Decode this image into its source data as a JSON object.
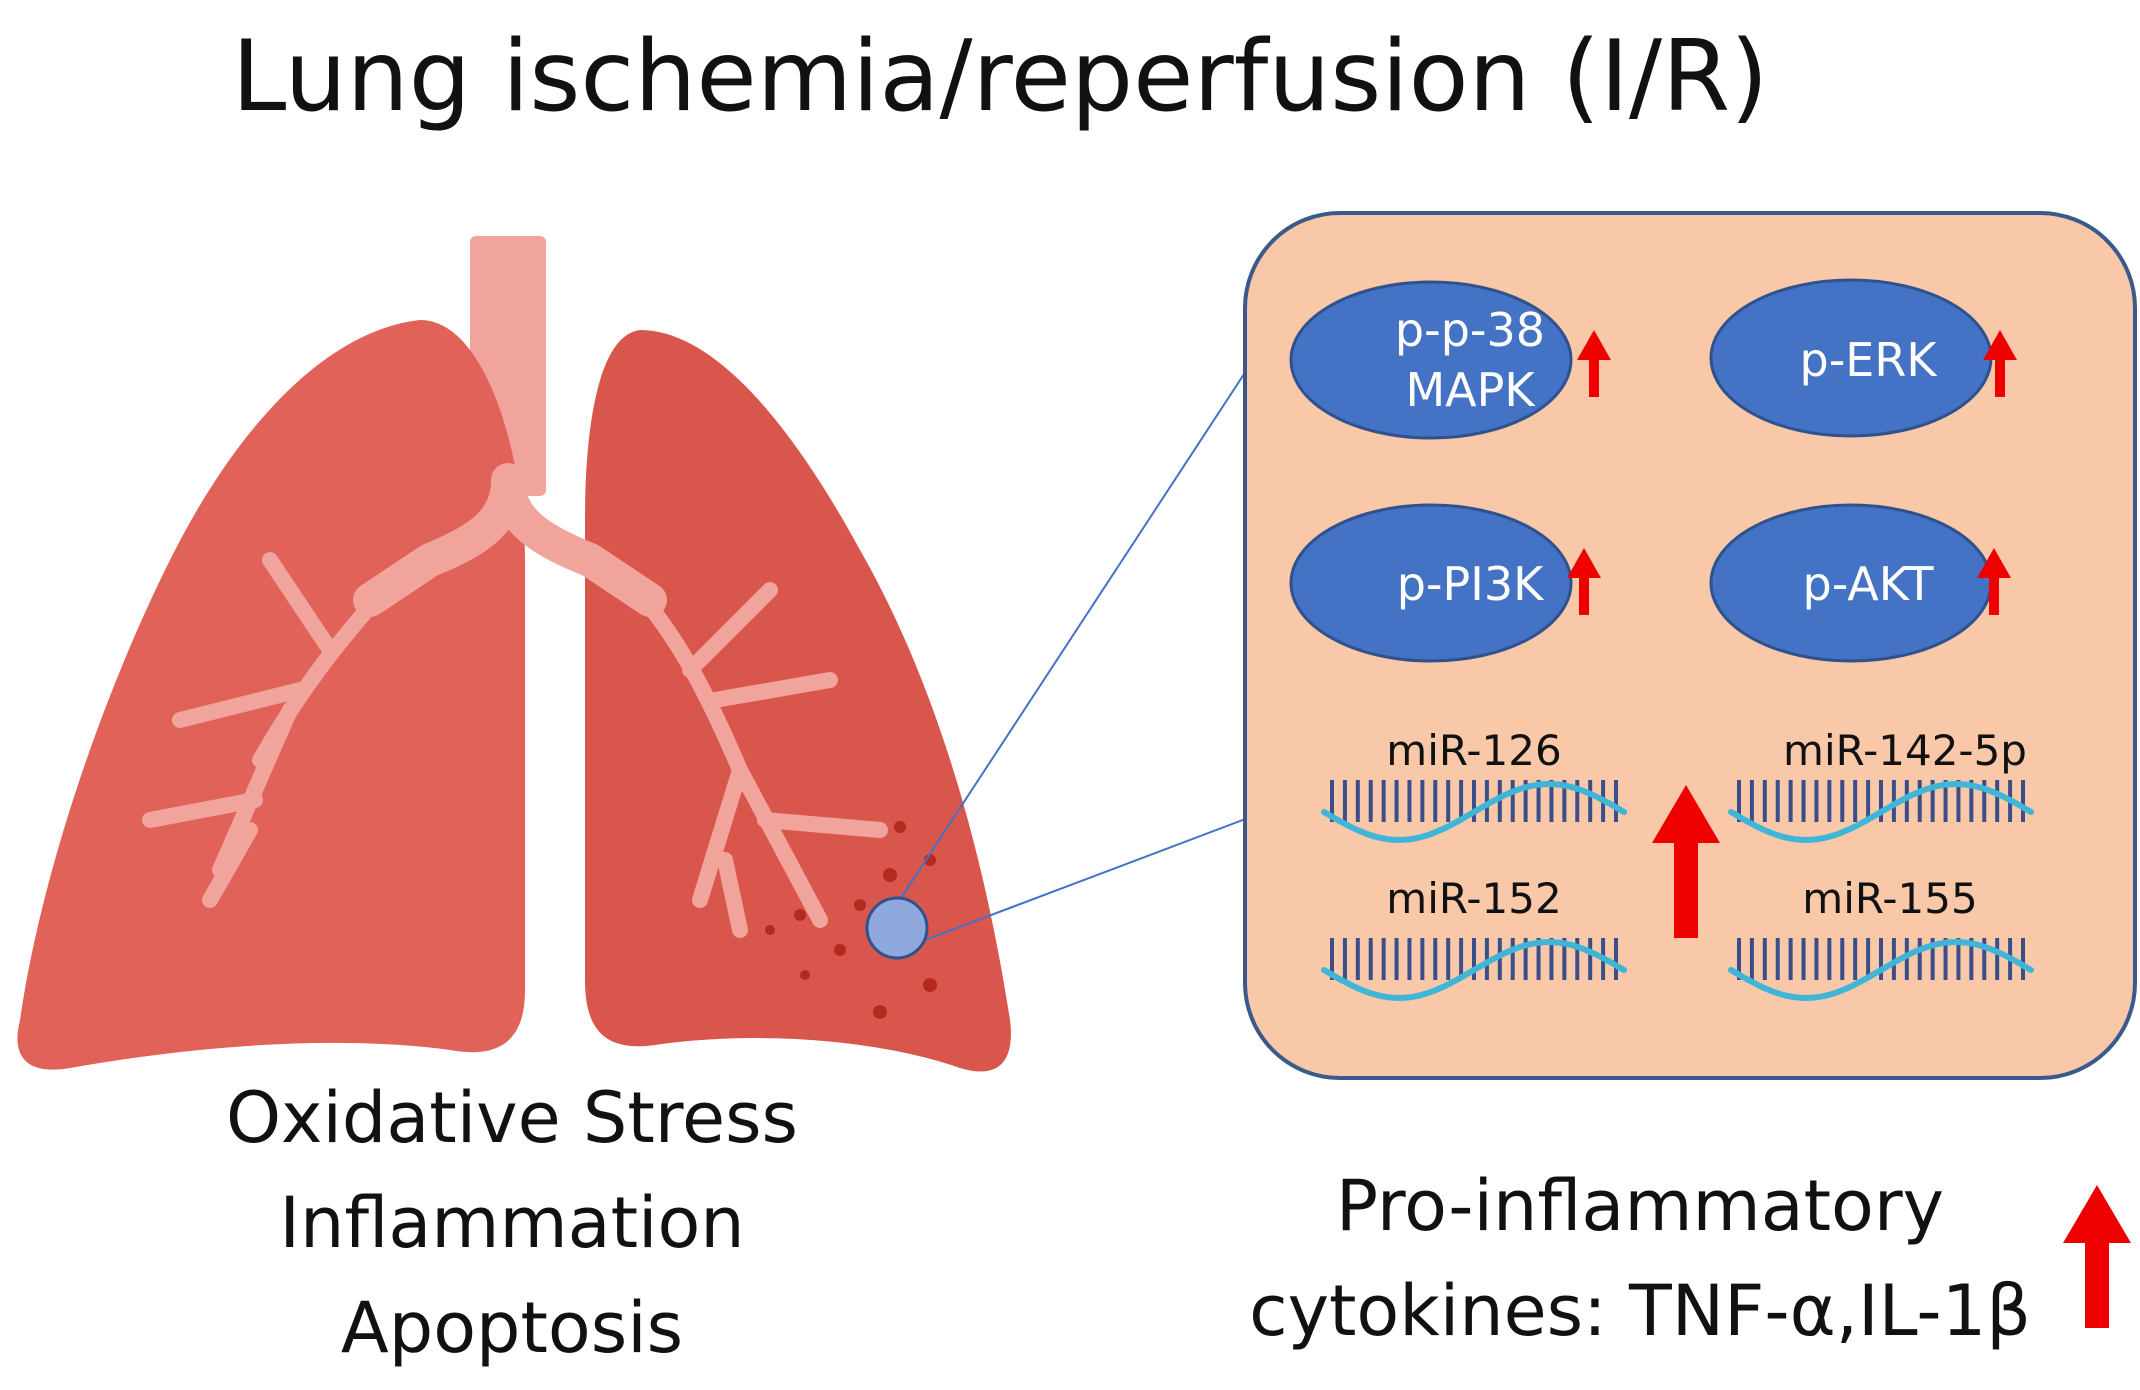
{
  "title": "Lung ischemia/reperfusion (I/R)",
  "lung_effects": [
    "Oxidative Stress",
    "Inflammation",
    "Apoptosis"
  ],
  "pathway_proteins": [
    {
      "lines": [
        "p-p-38",
        "MAPK"
      ],
      "trend": "up"
    },
    {
      "lines": [
        "p-ERK"
      ],
      "trend": "up"
    },
    {
      "lines": [
        "p-PI3K"
      ],
      "trend": "up"
    },
    {
      "lines": [
        "p-AKT"
      ],
      "trend": "up"
    }
  ],
  "micro_rnas": [
    "miR-126",
    "miR-142-5p",
    "miR-152",
    "miR-155"
  ],
  "micro_rnas_trend": "up",
  "cytokines": {
    "line1": "Pro-inflammatory",
    "line2": "cytokines: TNF-α,IL-1β",
    "trend": "up"
  },
  "colors": {
    "lung": "#e06258",
    "lung_right": "#d9564d",
    "trachea": "#f1a49c",
    "inset_fill": "#f8c8a8",
    "inset_border": "#3a5a8c",
    "oval": "#4472c4",
    "oval_border": "#2f528f",
    "arrow": "#ee0000",
    "dna_helix": "#3fb6d8",
    "dna_rungs": "#3a4f8a",
    "zoom_circle": "#8fa9dc",
    "spots": "#b52a1e"
  },
  "icons": {
    "lung": "lung-icon",
    "trend": "up-arrow-icon",
    "mirna": "rna-helix-icon"
  }
}
